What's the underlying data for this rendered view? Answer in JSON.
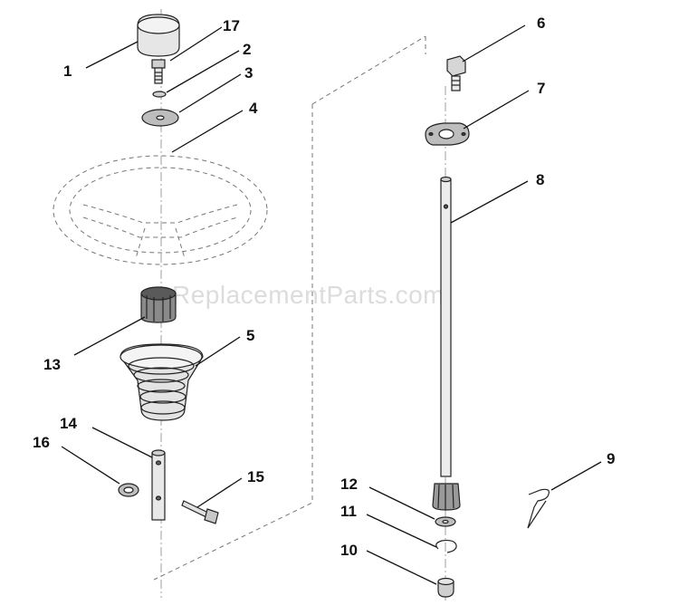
{
  "watermark": "ReplacementParts.com",
  "callouts": {
    "c1": "1",
    "c2": "2",
    "c3": "3",
    "c4": "4",
    "c5": "5",
    "c6": "6",
    "c7": "7",
    "c8": "8",
    "c9": "9",
    "c10": "10",
    "c11": "11",
    "c12": "12",
    "c13": "13",
    "c14": "14",
    "c15": "15",
    "c16": "16",
    "c17": "17"
  },
  "colors": {
    "line": "#222222",
    "fill_light": "#e6e6e6",
    "fill_mid": "#bdbdbd",
    "fill_dark": "#6a6a6a"
  }
}
